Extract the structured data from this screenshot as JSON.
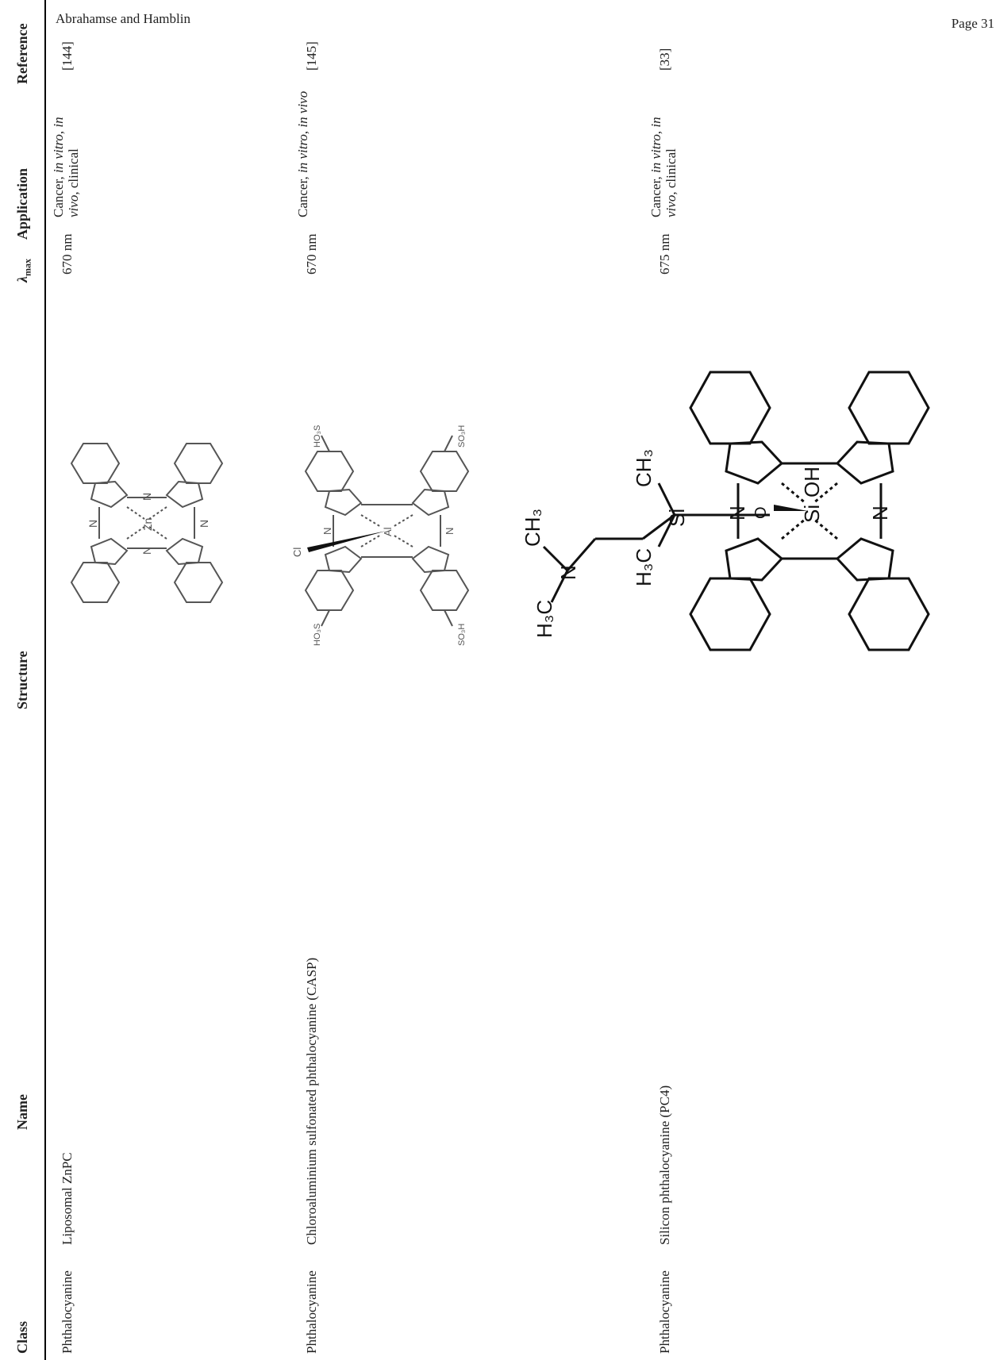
{
  "header": {
    "authors": "Abrahamse and Hamblin",
    "page": "Page 31"
  },
  "table": {
    "columns": {
      "class": "Class",
      "name": "Name",
      "structure": "Structure",
      "lambda_symbol": "λ",
      "lambda_sub": "max",
      "application": "Application",
      "reference": "Reference"
    },
    "rows": [
      {
        "class": "Phthalocyanine",
        "name": "Liposomal ZnPC",
        "structure_icon": "zinc-phthalocyanine-structure",
        "lambda_max": "670 nm",
        "app_part1": "Cancer, ",
        "app_italic1": "in vitro",
        "app_part2": ", ",
        "app_italic2": "in vivo",
        "app_part3": ", clinical",
        "reference": "[144]"
      },
      {
        "class": "Phthalocyanine",
        "name": "Chloroaluminium sulfonated phthalocyanine (CASP)",
        "structure_icon": "chloroaluminium-sulfonated-phthalocyanine-structure",
        "lambda_max": "670 nm",
        "app_part1": "Cancer, ",
        "app_italic1": "in vitro",
        "app_part2": ", ",
        "app_italic2": "in vivo",
        "app_part3": "",
        "reference": "[145]"
      },
      {
        "class": "Phthalocyanine",
        "name": "Silicon phthalocyanine (PC4)",
        "structure_icon": "silicon-phthalocyanine-pc4-structure",
        "lambda_max": "675 nm",
        "app_part1": "Cancer, ",
        "app_italic1": "in vitro",
        "app_part2": ", ",
        "app_italic2": "in vivo",
        "app_part3": ", clinical",
        "reference": "[33]"
      }
    ],
    "atom_labels": {
      "zn": "Zn",
      "al": "Al",
      "cl": "Cl",
      "si": "Si",
      "n": "N",
      "o": "O",
      "oh": "OH",
      "so3h": "SO₃H",
      "ho3s": "HO₃S",
      "h3c": "H₃C",
      "ch3": "CH₃"
    }
  }
}
